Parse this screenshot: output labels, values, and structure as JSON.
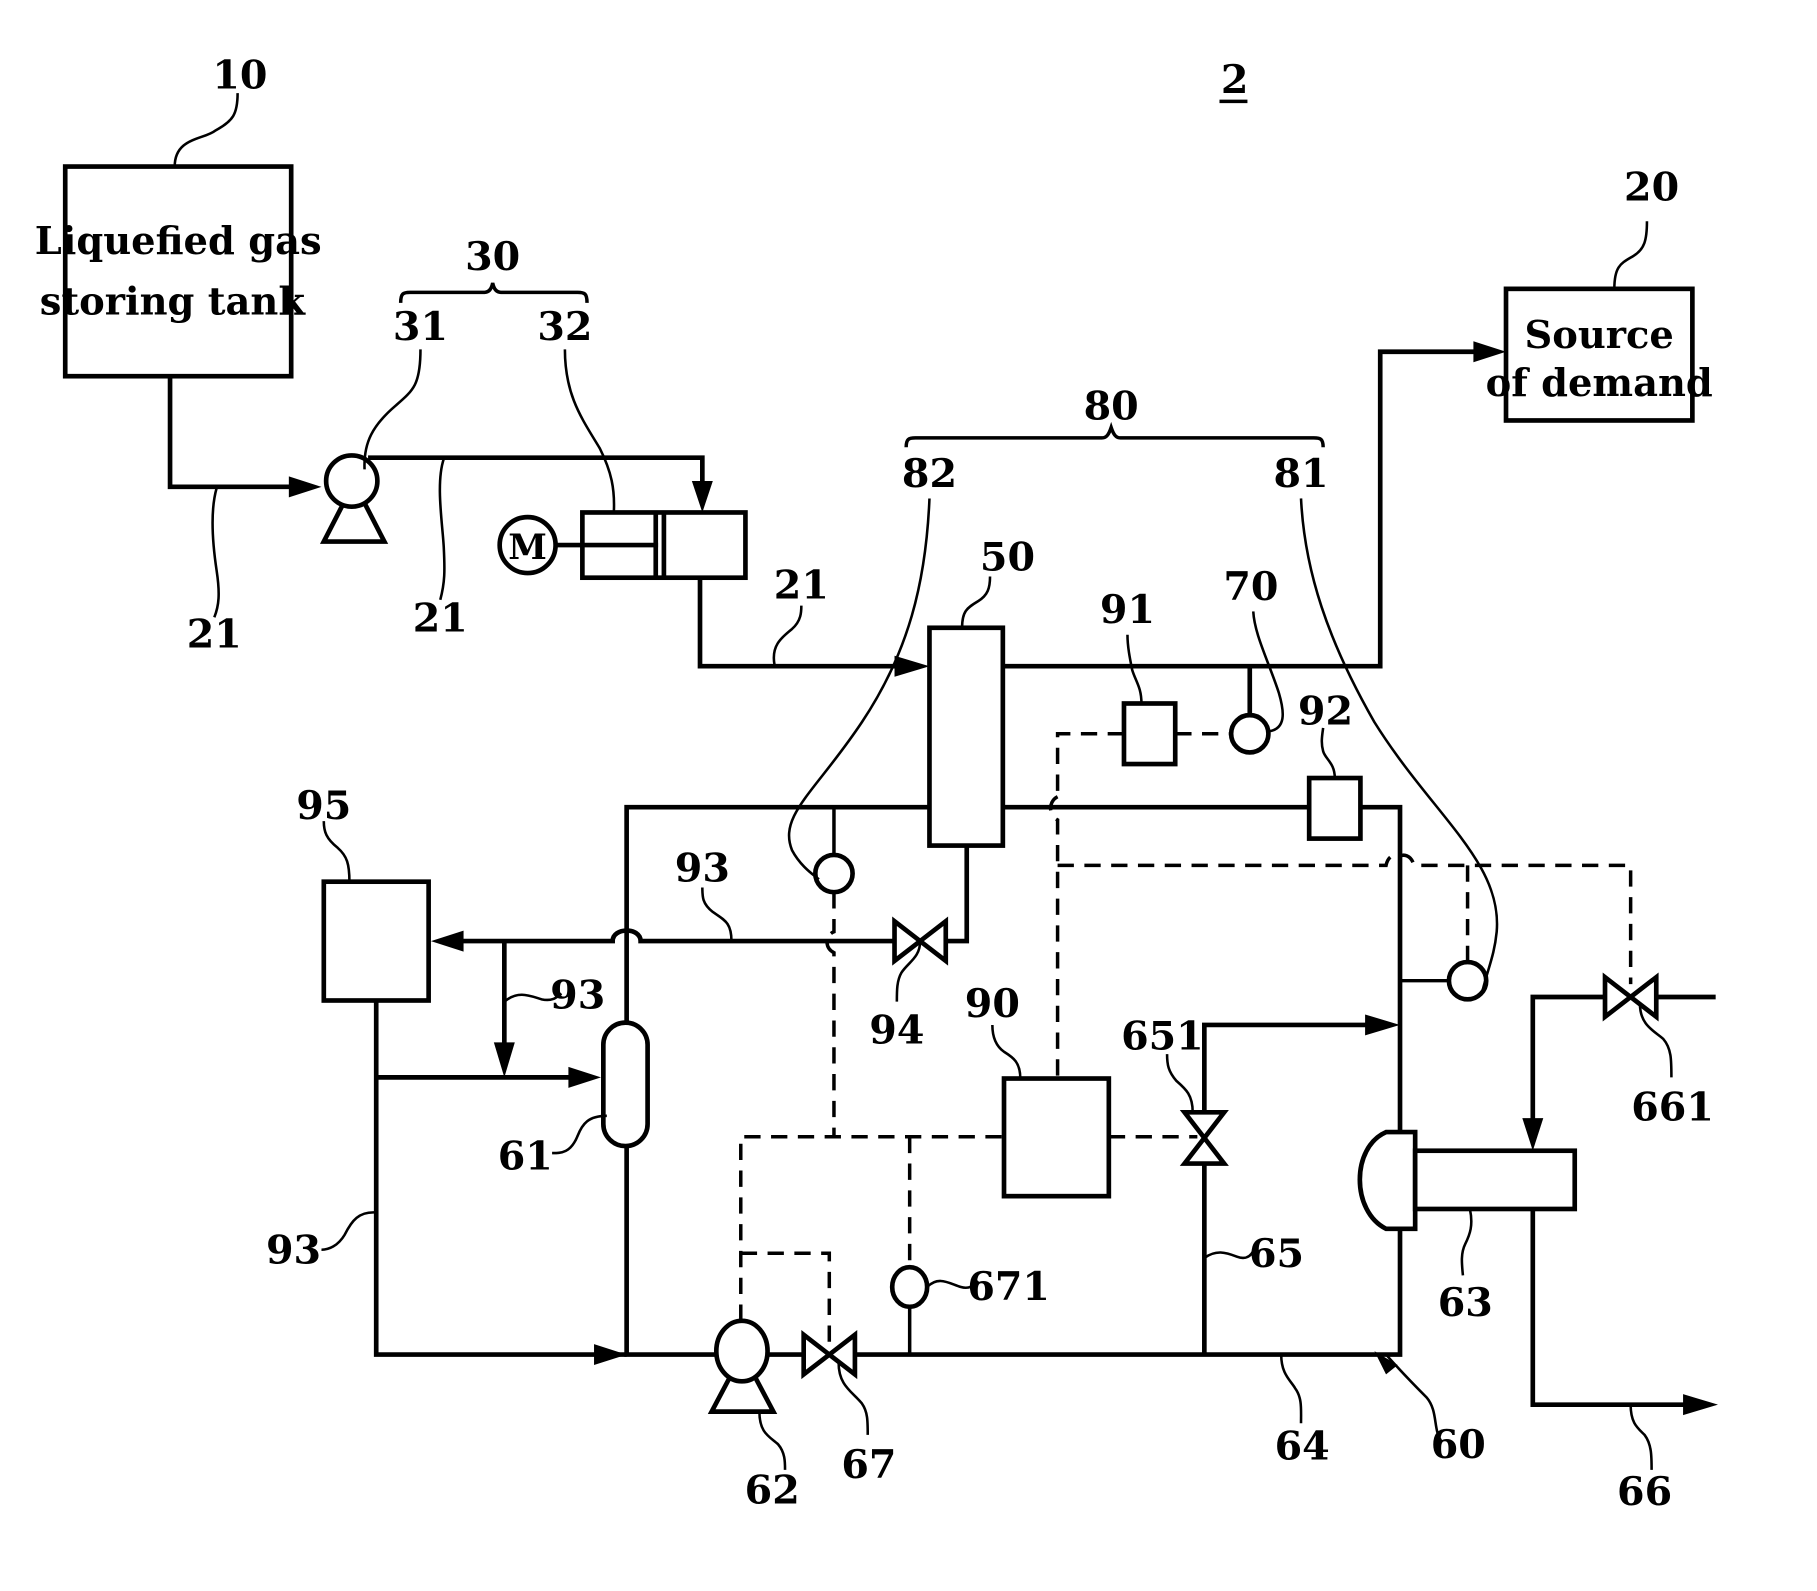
{
  "figure": {
    "number": "2",
    "colors": {
      "line": "#000000",
      "background": "#ffffff"
    }
  },
  "blocks": {
    "tank": {
      "ref": "10",
      "line1": "Liquefied gas",
      "line2": "storing tank"
    },
    "demand": {
      "ref": "20",
      "line1": "Source",
      "line2": "of demand"
    }
  },
  "groups": {
    "pump_unit": {
      "ref": "30",
      "members": [
        "31",
        "32"
      ]
    },
    "sensor_group": {
      "ref": "80",
      "members": [
        "82",
        "81"
      ]
    }
  },
  "components": {
    "boost_pump": "31",
    "high_pressure_pump": "32",
    "motor": "M",
    "heat_exchanger": "50",
    "temp_sensor": "70",
    "sensor_81": "81",
    "sensor_82": "82",
    "heating_loop": "60",
    "buffer_tank": "61",
    "circulation_pump": "62",
    "heater": "63",
    "circulation_line": "64",
    "bypass_line": "65",
    "bypass_valve": "651",
    "steam_line": "66",
    "steam_valve": "661",
    "pump_valve": "67",
    "pressure_sensor": "671",
    "controller": "90",
    "sensor_91": "91",
    "sensor_92": "92",
    "drain_line": "93",
    "drain_valve": "94",
    "drain_tank": "95"
  },
  "line_labels": {
    "supply_line_a": "21",
    "supply_line_b": "21",
    "supply_line_c": "21",
    "drain_line_top": "93",
    "drain_line_mid": "93",
    "drain_line_left": "93"
  }
}
